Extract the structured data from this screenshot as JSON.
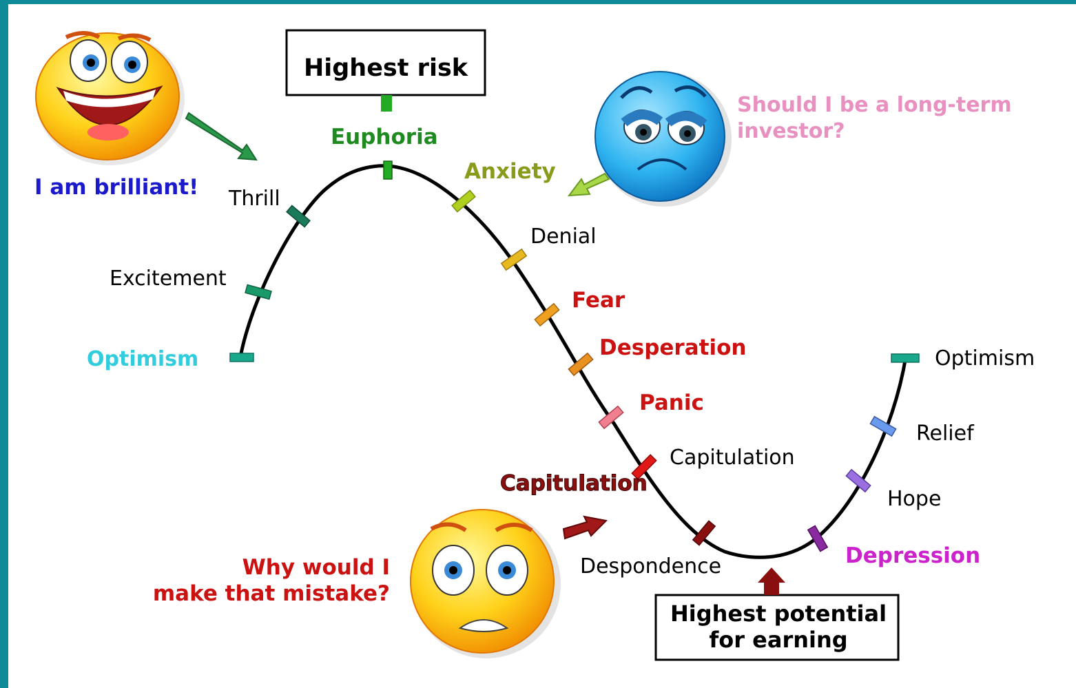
{
  "diagram": {
    "highest_risk_label": "Highest risk",
    "highest_potential_label_line1": "Highest potential",
    "highest_potential_label_line2": "for earning",
    "happy_face_caption": "I am brilliant!",
    "sad_face_caption_line1": "Should I be a long-term",
    "sad_face_caption_line2": "investor?",
    "scared_face_caption_line1": "Why would I",
    "scared_face_caption_line2": "make that mistake?",
    "stage_labels": {
      "optimism_start": "Optimism",
      "excitement": "Excitement",
      "thrill": "Thrill",
      "euphoria": "Euphoria",
      "anxiety": "Anxiety",
      "denial": "Denial",
      "fear": "Fear",
      "desperation": "Desperation",
      "panic": "Panic",
      "capitulation": "Capitulation",
      "capitulation_callout": "Capitulation",
      "despondence": "Despondence",
      "depression": "Depression",
      "hope": "Hope",
      "relief": "Relief",
      "optimism_end": "Optimism"
    }
  },
  "colors": {
    "happy_caption": "#1a1acc",
    "optimism_start": "#33ccdd",
    "euphoria": "#1f8a1f",
    "anxiety": "#8a9a1a",
    "long_term_question": "#e890c0",
    "fear_red": "#cc1111",
    "depression": "#cc22cc",
    "curve": "#000000"
  },
  "icons": [
    "happy-face-icon",
    "sad-face-icon",
    "scared-face-icon"
  ]
}
